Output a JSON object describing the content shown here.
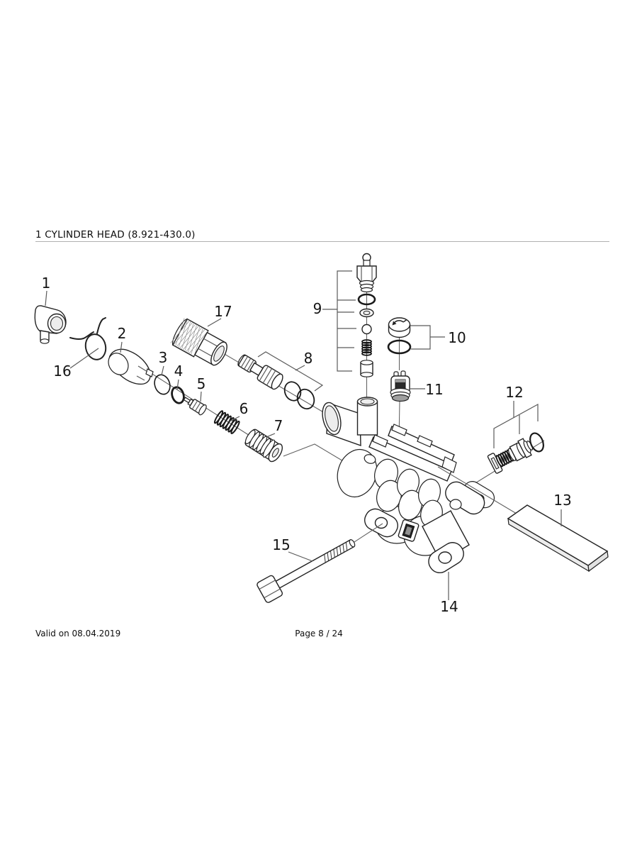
{
  "page": {
    "title": "1 CYLINDER HEAD (8.921-430.0)",
    "footer_left": "Valid on 08.04.2019",
    "footer_center": "Page 8 / 24"
  },
  "diagram": {
    "part_labels": [
      "1",
      "2",
      "3",
      "4",
      "5",
      "6",
      "7",
      "8",
      "9",
      "10",
      "11",
      "12",
      "13",
      "14",
      "15",
      "16",
      "17"
    ]
  }
}
